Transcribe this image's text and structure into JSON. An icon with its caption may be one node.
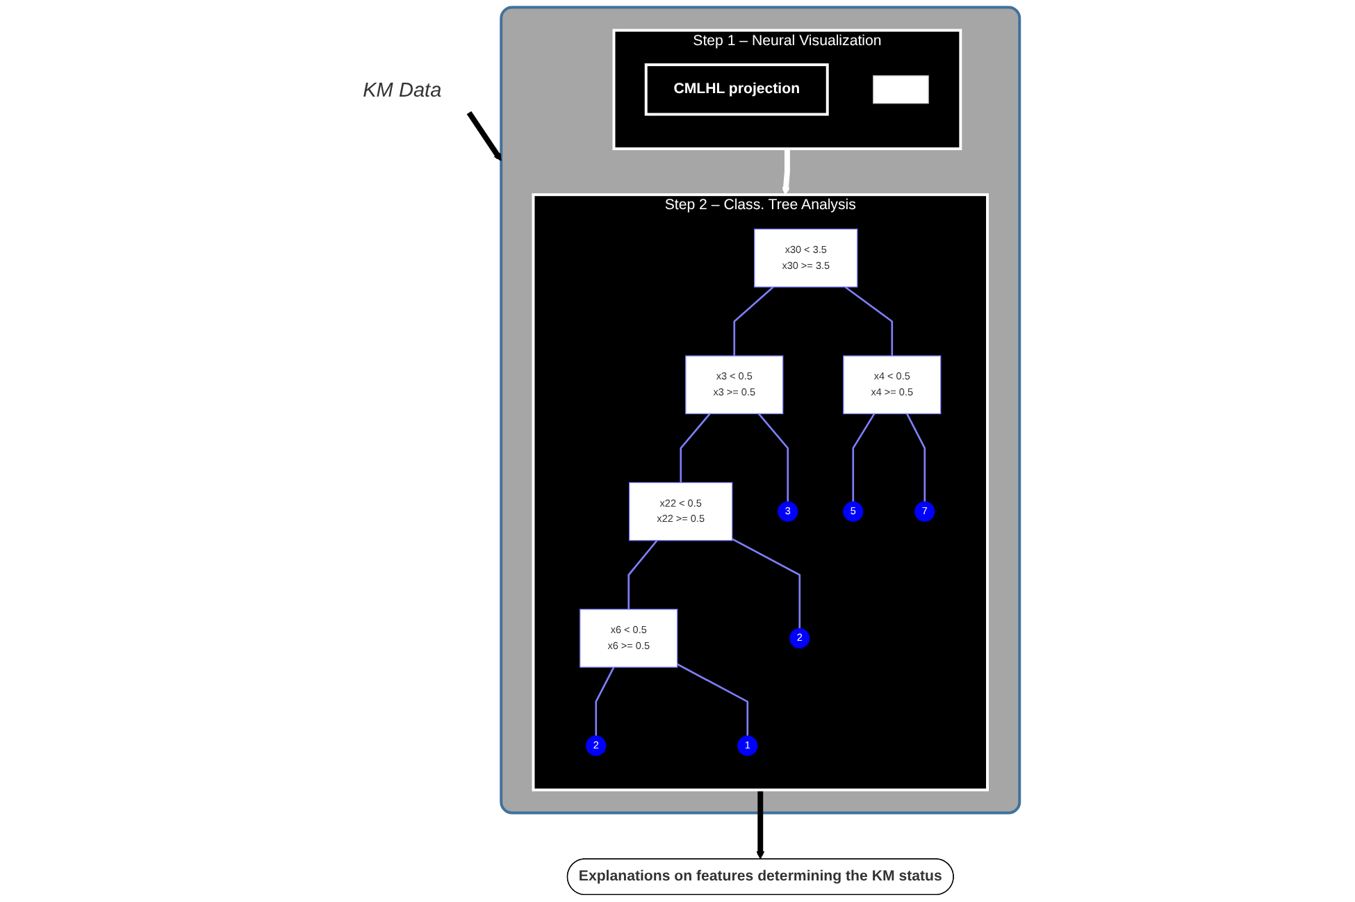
{
  "diagram": {
    "nodes": [
      {
        "text": [
          "KM Data"
        ]
      },
      {
        "text": [],
        "shape": "box"
      },
      {
        "text": [
          "Step 1 – Neural Visualization"
        ],
        "in": 1
      },
      {
        "text": [
          "CMLHL projection"
        ],
        "in": 2
      },
      {
        "text": [],
        "shape": "box",
        "in": 2
      },
      {
        "text": [
          "Step 2 – Class. Tree Analysis"
        ],
        "in": 1
      },
      {
        "text": [
          "x30 < 3.5",
          "x30 >= 3.5"
        ],
        "in": 5
      },
      {
        "text": [
          "x3 < 0.5",
          "x3 >= 0.5"
        ],
        "in": 5
      },
      {
        "text": [
          "x4 < 0.5",
          "x4 >= 0.5"
        ],
        "in": 5
      },
      {
        "text": [
          "x22 < 0.5",
          "x22 >= 0.5"
        ],
        "in": 5
      },
      {
        "text": [
          "3"
        ],
        "in": 5
      },
      {
        "text": [
          "5"
        ],
        "in": 5
      },
      {
        "text": [
          "7"
        ],
        "in": 5
      },
      {
        "text": [
          "x6 < 0.5",
          "x6 >= 0.5"
        ],
        "in": 5
      },
      {
        "text": [
          "2"
        ],
        "in": 5
      },
      {
        "text": [
          "2"
        ],
        "in": 5
      },
      {
        "text": [
          "1"
        ],
        "in": 5
      },
      {
        "text": [
          "Explanations on features determining the KM status"
        ]
      }
    ],
    "edges": [
      {
        "from": 0,
        "to": 1,
        "arrow": "to",
        "style": "thick",
        "color": "#000000"
      },
      {
        "from": 2,
        "to": 5,
        "arrow": "to",
        "style": "thick",
        "color": "#ffffff"
      },
      {
        "from": 6,
        "to": 7,
        "arrow": "none"
      },
      {
        "from": 6,
        "to": 8,
        "arrow": "none"
      },
      {
        "from": 7,
        "to": 9,
        "arrow": "none"
      },
      {
        "from": 7,
        "to": 10,
        "arrow": "none"
      },
      {
        "from": 8,
        "to": 11,
        "arrow": "none"
      },
      {
        "from": 8,
        "to": 12,
        "arrow": "none"
      },
      {
        "from": 9,
        "to": 13,
        "arrow": "none"
      },
      {
        "from": 9,
        "to": 14,
        "arrow": "none"
      },
      {
        "from": 13,
        "to": 15,
        "arrow": "none"
      },
      {
        "from": 13,
        "to": 16,
        "arrow": "none"
      },
      {
        "from": 5,
        "to": 17,
        "arrow": "to",
        "style": "thick",
        "color": "#000000"
      }
    ]
  }
}
